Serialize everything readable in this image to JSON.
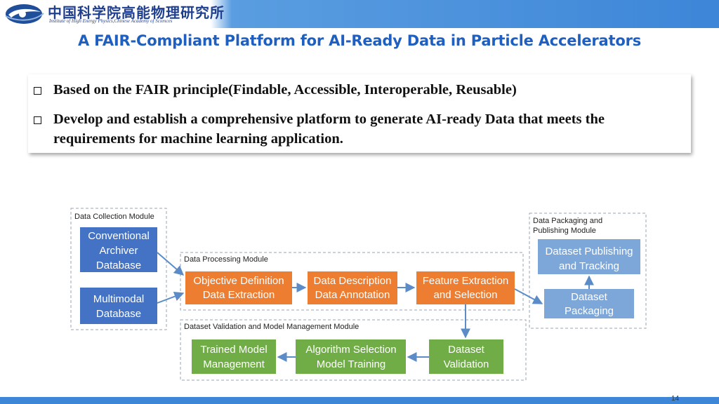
{
  "header": {
    "logo_chinese": "中国科学院高能物理研究所",
    "logo_english": "Institute of High Energy Physics,Chinese Academy of Sciences"
  },
  "title": "A FAIR-Compliant Platform for AI-Ready Data in Particle Accelerators",
  "bullets": [
    "Based on the FAIR principle(Findable, Accessible, Interoperable, Reusable)",
    "Develop and establish a comprehensive platform to generate AI-ready Data that meets the requirements for machine learning application."
  ],
  "diagram": {
    "modules": {
      "collection": "Data Collection Module",
      "processing": "Data Processing Module",
      "packaging_line1": "Data Packaging and",
      "packaging_line2": "Publishing Module",
      "validation": "Dataset Validation and Model Management Module"
    },
    "nodes": {
      "archiver": [
        "Conventional",
        "Archiver",
        "Database"
      ],
      "multimodal": [
        "Multimodal",
        "Database"
      ],
      "objective": [
        "Objective Definition",
        "Data Extraction"
      ],
      "description": [
        "Data Description",
        "Data Annotation"
      ],
      "feature": [
        "Feature Extraction",
        "and Selection"
      ],
      "publishing": [
        "Dataset Publishing",
        "and Tracking"
      ],
      "packaging": [
        "Dataset",
        "Packaging"
      ],
      "validation": [
        "Dataset",
        "Validation"
      ],
      "algorithm": [
        "Algorithm Selection",
        "Model Training"
      ],
      "trained": [
        "Trained Model",
        "Management"
      ]
    },
    "colors": {
      "blue": "#4472c4",
      "orange": "#ed7d31",
      "green": "#70ad47",
      "light_blue": "#7da7d9",
      "arrow": "#5b8cc8"
    }
  },
  "footer": {
    "page_number": "14"
  }
}
